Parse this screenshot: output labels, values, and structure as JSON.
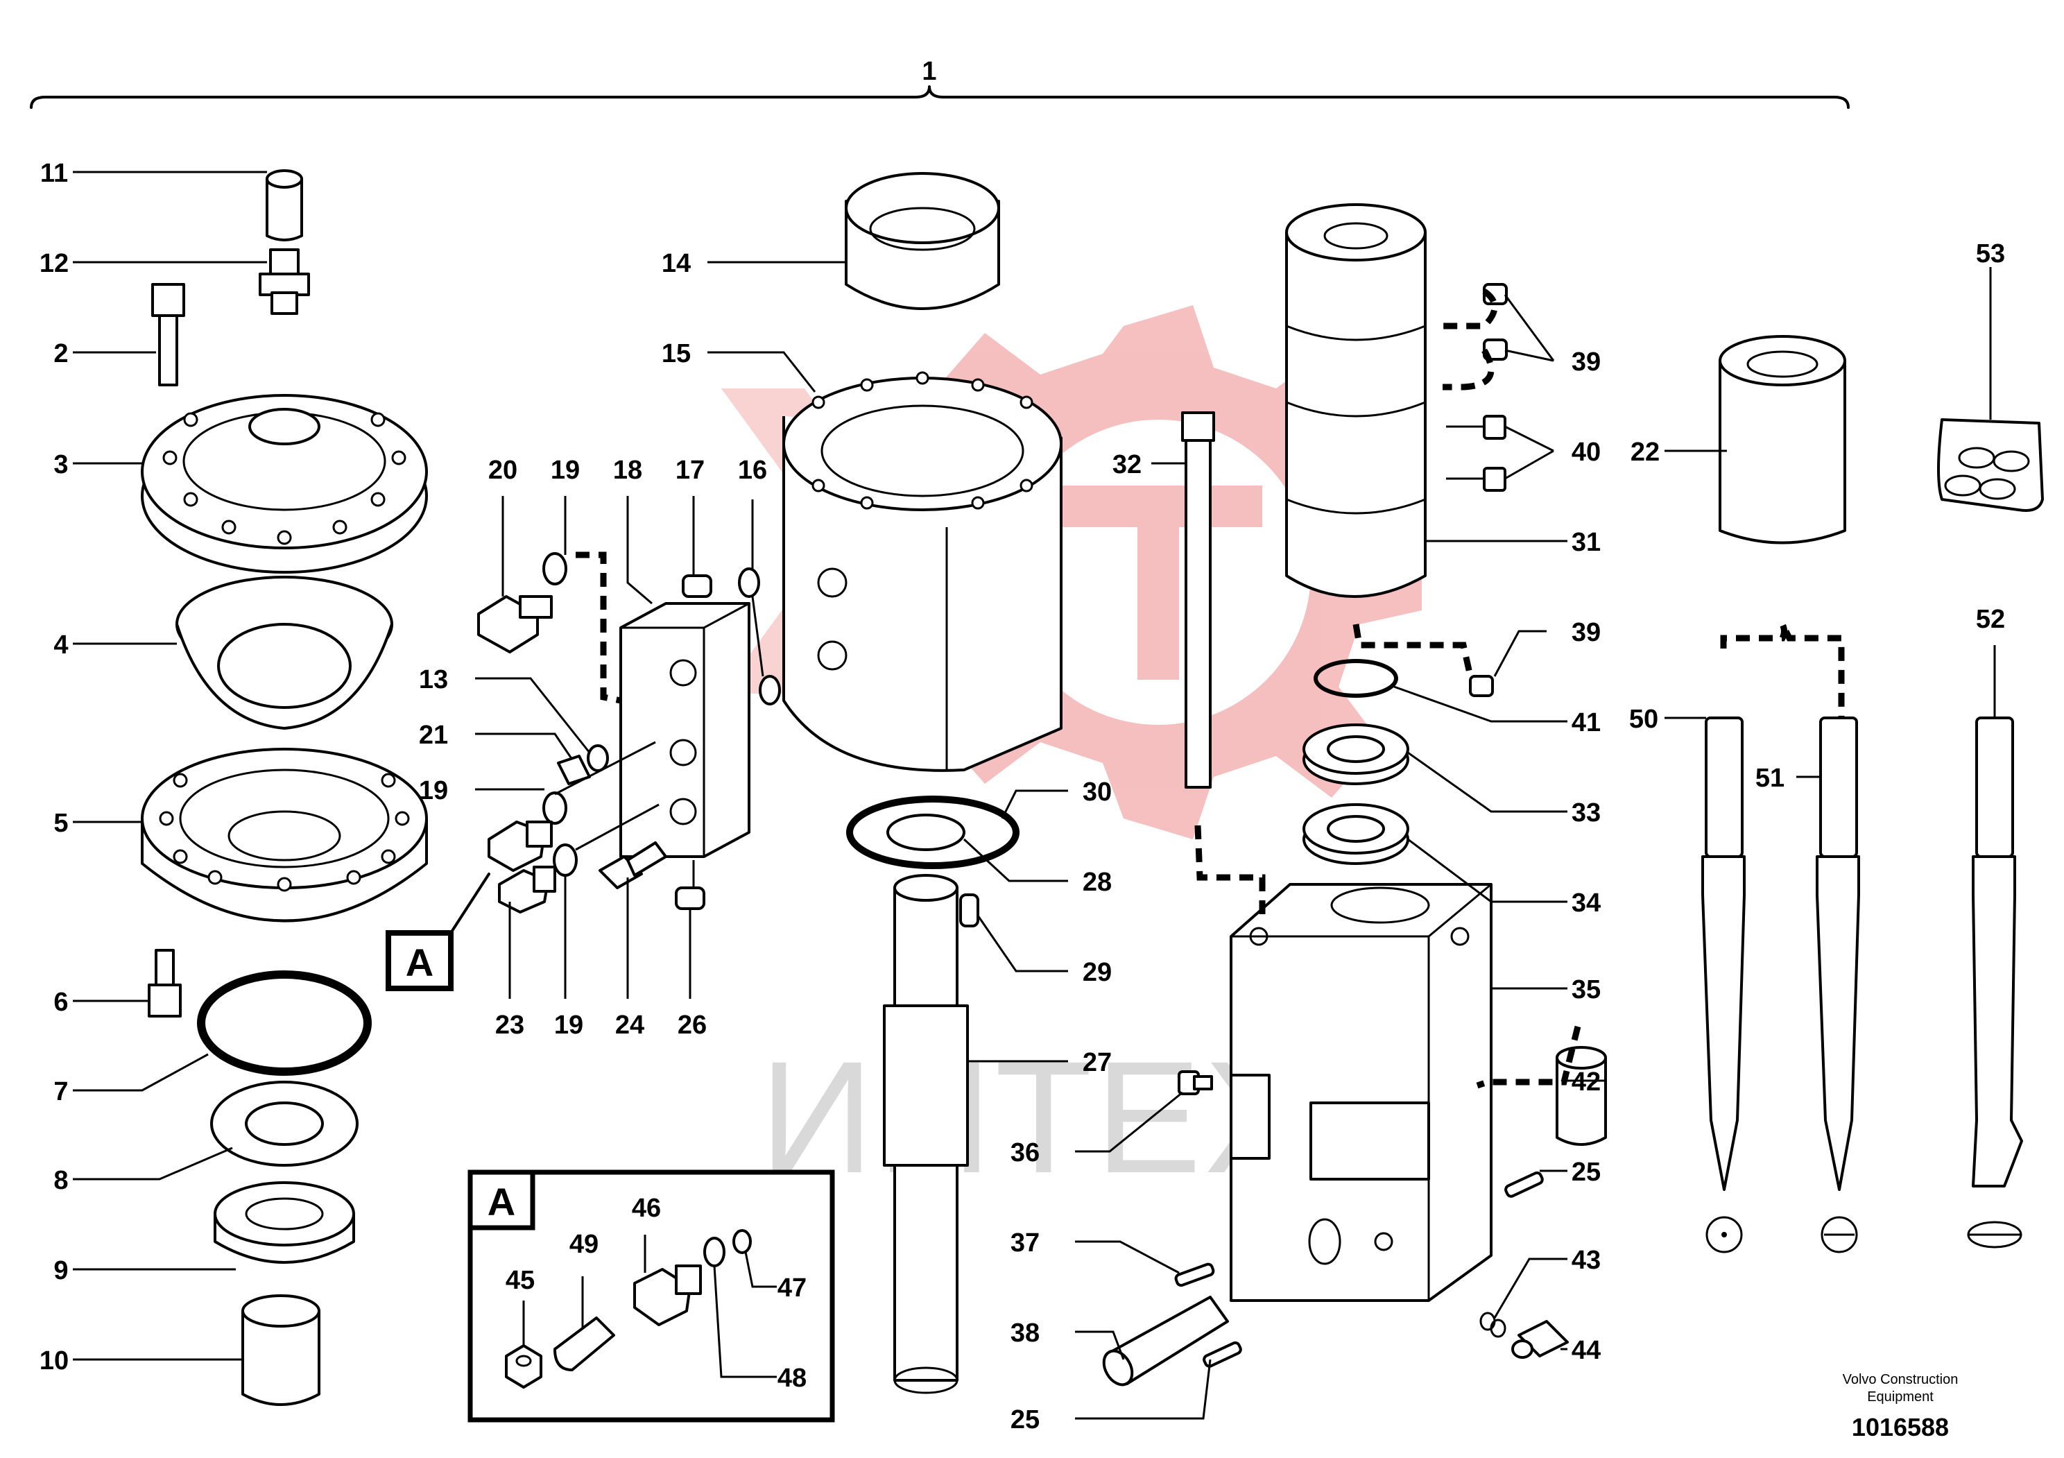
{
  "assembly_callout": "1",
  "callouts": [
    {
      "id": "c11",
      "text": "11"
    },
    {
      "id": "c12",
      "text": "12"
    },
    {
      "id": "c2",
      "text": "2"
    },
    {
      "id": "c3",
      "text": "3"
    },
    {
      "id": "c4",
      "text": "4"
    },
    {
      "id": "c5",
      "text": "5"
    },
    {
      "id": "c6",
      "text": "6"
    },
    {
      "id": "c7",
      "text": "7"
    },
    {
      "id": "c8",
      "text": "8"
    },
    {
      "id": "c9",
      "text": "9"
    },
    {
      "id": "c10",
      "text": "10"
    },
    {
      "id": "c20",
      "text": "20"
    },
    {
      "id": "c19a",
      "text": "19"
    },
    {
      "id": "c18",
      "text": "18"
    },
    {
      "id": "c17",
      "text": "17"
    },
    {
      "id": "c16",
      "text": "16"
    },
    {
      "id": "c13",
      "text": "13"
    },
    {
      "id": "c21",
      "text": "21"
    },
    {
      "id": "c19b",
      "text": "19"
    },
    {
      "id": "c23",
      "text": "23"
    },
    {
      "id": "c19c",
      "text": "19"
    },
    {
      "id": "c24",
      "text": "24"
    },
    {
      "id": "c26",
      "text": "26"
    },
    {
      "id": "c14",
      "text": "14"
    },
    {
      "id": "c15",
      "text": "15"
    },
    {
      "id": "c30",
      "text": "30"
    },
    {
      "id": "c28",
      "text": "28"
    },
    {
      "id": "c29",
      "text": "29"
    },
    {
      "id": "c27",
      "text": "27"
    },
    {
      "id": "c32",
      "text": "32"
    },
    {
      "id": "c36",
      "text": "36"
    },
    {
      "id": "c37",
      "text": "37"
    },
    {
      "id": "c38",
      "text": "38"
    },
    {
      "id": "c25b",
      "text": "25"
    },
    {
      "id": "c39a",
      "text": "39"
    },
    {
      "id": "c40",
      "text": "40"
    },
    {
      "id": "c31",
      "text": "31"
    },
    {
      "id": "c39b",
      "text": "39"
    },
    {
      "id": "c41",
      "text": "41"
    },
    {
      "id": "c33",
      "text": "33"
    },
    {
      "id": "c34",
      "text": "34"
    },
    {
      "id": "c35",
      "text": "35"
    },
    {
      "id": "c42",
      "text": "42"
    },
    {
      "id": "c25a",
      "text": "25"
    },
    {
      "id": "c43",
      "text": "43"
    },
    {
      "id": "c44",
      "text": "44"
    },
    {
      "id": "c53",
      "text": "53"
    },
    {
      "id": "c22",
      "text": "22"
    },
    {
      "id": "c50",
      "text": "50"
    },
    {
      "id": "c51",
      "text": "51"
    },
    {
      "id": "c52",
      "text": "52"
    },
    {
      "id": "c45",
      "text": "45"
    },
    {
      "id": "c49",
      "text": "49"
    },
    {
      "id": "c46",
      "text": "46"
    },
    {
      "id": "c47",
      "text": "47"
    },
    {
      "id": "c48",
      "text": "48"
    }
  ],
  "detail_box_label": "A",
  "detail_ref_label": "A",
  "watermark_text": "ИНТЕХ",
  "credit_line1": "Volvo Construction",
  "credit_line2": "Equipment",
  "doc_number": "1016588",
  "colors": {
    "line": "#000000",
    "watermark_logo": "#f5b5b5",
    "watermark_text": "#d9d9d9"
  }
}
